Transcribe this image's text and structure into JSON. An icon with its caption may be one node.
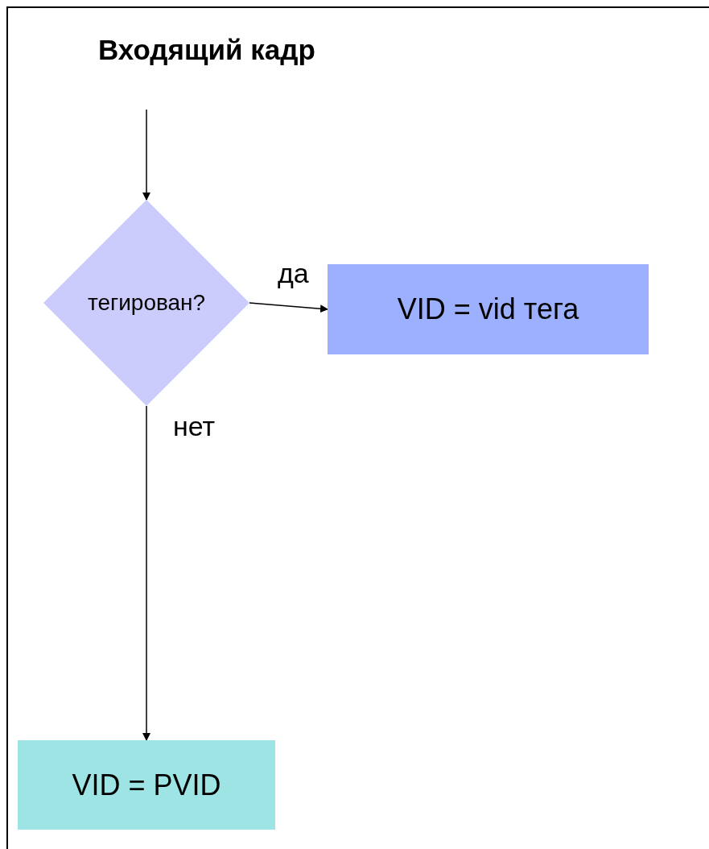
{
  "diagram": {
    "title": "Входящий кадр",
    "nodes": [
      {
        "text": [
          "тегирован?"
        ]
      },
      {
        "text": [
          "VID = vid тега"
        ]
      },
      {
        "text": [
          "VID = PVID"
        ]
      }
    ],
    "edges": [
      {
        "from": null,
        "to": 0,
        "arrow": "to"
      },
      {
        "from": 0,
        "to": 1,
        "arrow": "to",
        "label": "да"
      },
      {
        "from": 0,
        "to": 2,
        "arrow": "to",
        "label": "нет"
      }
    ]
  }
}
